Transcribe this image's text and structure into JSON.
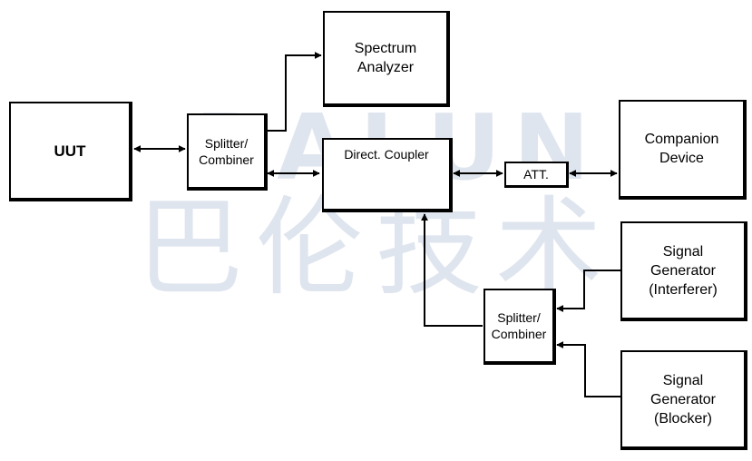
{
  "watermark": {
    "latin": "BALUN",
    "chinese": "巴伦技术"
  },
  "blocks": {
    "uut": "UUT",
    "splitter_top": "Splitter/\nCombiner",
    "spectrum_analyzer": "Spectrum\nAnalyzer",
    "directional_coupler": "Direct. Coupler",
    "attenuator": "ATT.",
    "companion_device": "Companion\nDevice",
    "signal_generator_interferer": "Signal\nGenerator\n(Interferer)",
    "splitter_bottom": "Splitter/\nCombiner",
    "signal_generator_blocker": "Signal\nGenerator\n(Blocker)"
  }
}
